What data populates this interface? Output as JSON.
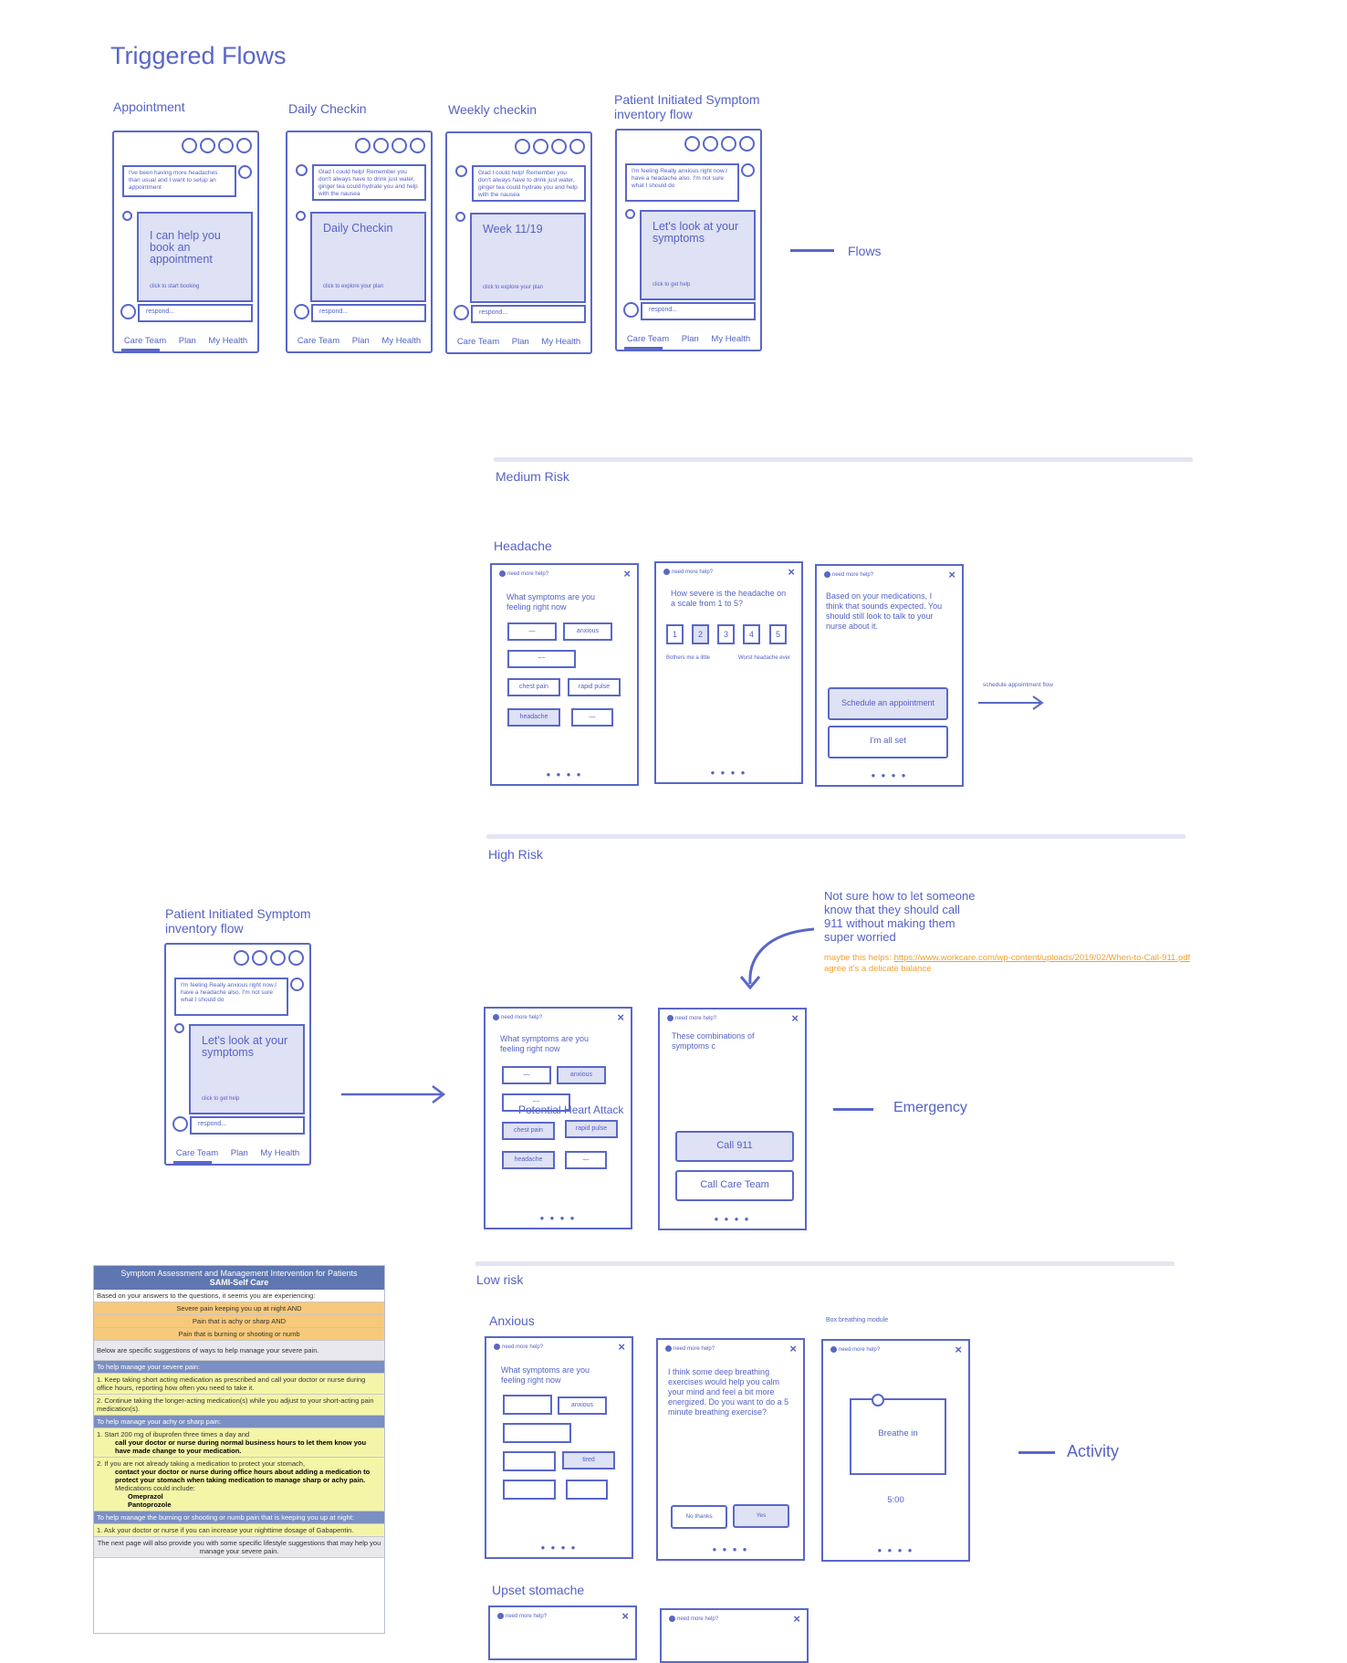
{
  "title": "Triggered Flows",
  "flows": [
    {
      "label": "Appointment",
      "bubble": "I've been having more headaches than usual and I want to setup an appointment",
      "card_title": "I can help you book an appointment",
      "card_hint": "click to start booking",
      "respond": "respond..."
    },
    {
      "label": "Daily Checkin",
      "bubble": "Glad I could help! Remember you don't always have to drink just water, ginger tea could hydrate you and help with the nausea",
      "card_title": "Daily Checkin",
      "card_hint": "click to explore your plan",
      "respond": "respond..."
    },
    {
      "label": "Weekly checkin",
      "bubble": "Glad I could help! Remember you don't always have to drink just water, ginger tea could hydrate you and help with the nausea",
      "card_title": "Week 11/19",
      "card_hint": "click to explore your plan",
      "respond": "respond..."
    },
    {
      "label": "Patient Initiated Symptom inventory flow",
      "bubble": "I'm feeling Really anxious right now.I have a headache also. I'm not sure what I should do",
      "card_title": "Let's look at your symptoms",
      "card_hint": "click to get help",
      "respond": "respond..."
    }
  ],
  "tabs": [
    "Care Team",
    "Plan",
    "My Health"
  ],
  "flows_label": "Flows",
  "help_text": "need more help?",
  "close_icon": "×",
  "medium": {
    "section": "Medium Risk",
    "group": "Headache",
    "q1": "What symptoms are you feeling right now",
    "chips": [
      "anxious",
      "chest pain",
      "rapid pulse",
      "headache"
    ],
    "q2": "How severe is the headache on a scale from 1 to 5?",
    "scale": [
      "1",
      "2",
      "3",
      "4",
      "5"
    ],
    "scale_low": "Bothers me a little",
    "scale_high": "Worst headache ever",
    "q3": "Based on your medications, I think that sounds expected. You should still look to talk to your nurse about it.",
    "btn_schedule": "Schedule an appointment",
    "btn_allset": "I'm all set",
    "arrow_label": "schedule appointment flow"
  },
  "high": {
    "section": "High Risk",
    "flow_label": "Patient Initiated Symptom inventory flow",
    "note": "Not sure how to let someone know that they should call 911 without making them super worried",
    "comment_prefix": "maybe this helps: ",
    "comment_link": "https://www.workcare.com/wp-content/uploads/2019/02/When-to-Call-911.pdf",
    "comment_2": "agree it's a delicate balance",
    "q1": "What symptoms are you feeling right now",
    "overlay": "Potential Heart Attack",
    "q2": "These combinations of symptoms c",
    "btn_911": "Call 911",
    "btn_care": "Call Care Team",
    "emergency": "Emergency"
  },
  "low": {
    "section": "Low risk",
    "group": "Anxious",
    "q1": "What symptoms are you feeling right now",
    "chips": [
      "anxious",
      "tired"
    ],
    "q2": "I think some deep breathing exercises would help you calm your mind and feel a bit more energized. Do you want to do a 5 minute breathing exercise?",
    "no": "No thanks",
    "yes": "Yes",
    "module": "Box breathing module",
    "breathe": "Breathe in",
    "timer": "5:00",
    "activity": "Activity",
    "group2": "Upset stomache"
  },
  "doc": {
    "title_1": "Symptom Assessment and Management Intervention for Patients",
    "title_2": "SAMI-Self Care",
    "intro": "Based on your answers to the questions, it seems you are experiencing:",
    "pain_1": "Severe pain keeping you up at night AND",
    "pain_2": "Pain that is achy or sharp AND",
    "pain_3": "Pain that is burning or shooting or numb",
    "below": "Below are specific suggestions of ways to help manage your severe pain.",
    "h1": "To help manage your severe pain:",
    "s1": "1. Keep taking short acting medication as prescribed and call your doctor or nurse during office hours, reporting how often you need to take it.",
    "s2": "2. Continue taking the longer-acting medication(s) while you adjust to your short-acting pain medication(s).",
    "h2": "To help manage your achy or sharp pain:",
    "a1": "1. Start 200 mg of ibuprofen three times a day and",
    "a1b": "call your doctor or nurse during normal business hours to let them know you have made change to your medication.",
    "a2": "2. If you are not already taking a medication to protect your stomach,",
    "a2b": "contact your doctor or nurse during office hours about adding a medication to protect your stomach when taking medication to manage sharp or achy pain.",
    "a2c": "Medications could include:",
    "m1": "Omeprazol",
    "m2": "Pantoprozole",
    "h3": "To help manage the burning or shooting or numb pain that is keeping you up at night:",
    "b1": "1. Ask your doctor or nurse if you can increase your nighttime dosage of Gabapentin.",
    "next": "The next page will also provide you with some specific lifestyle suggestions that may help you manage your severe pain."
  },
  "colors": {
    "accent": "#5967c9",
    "fill": "#dfe1f4",
    "comment": "#f0a030"
  }
}
